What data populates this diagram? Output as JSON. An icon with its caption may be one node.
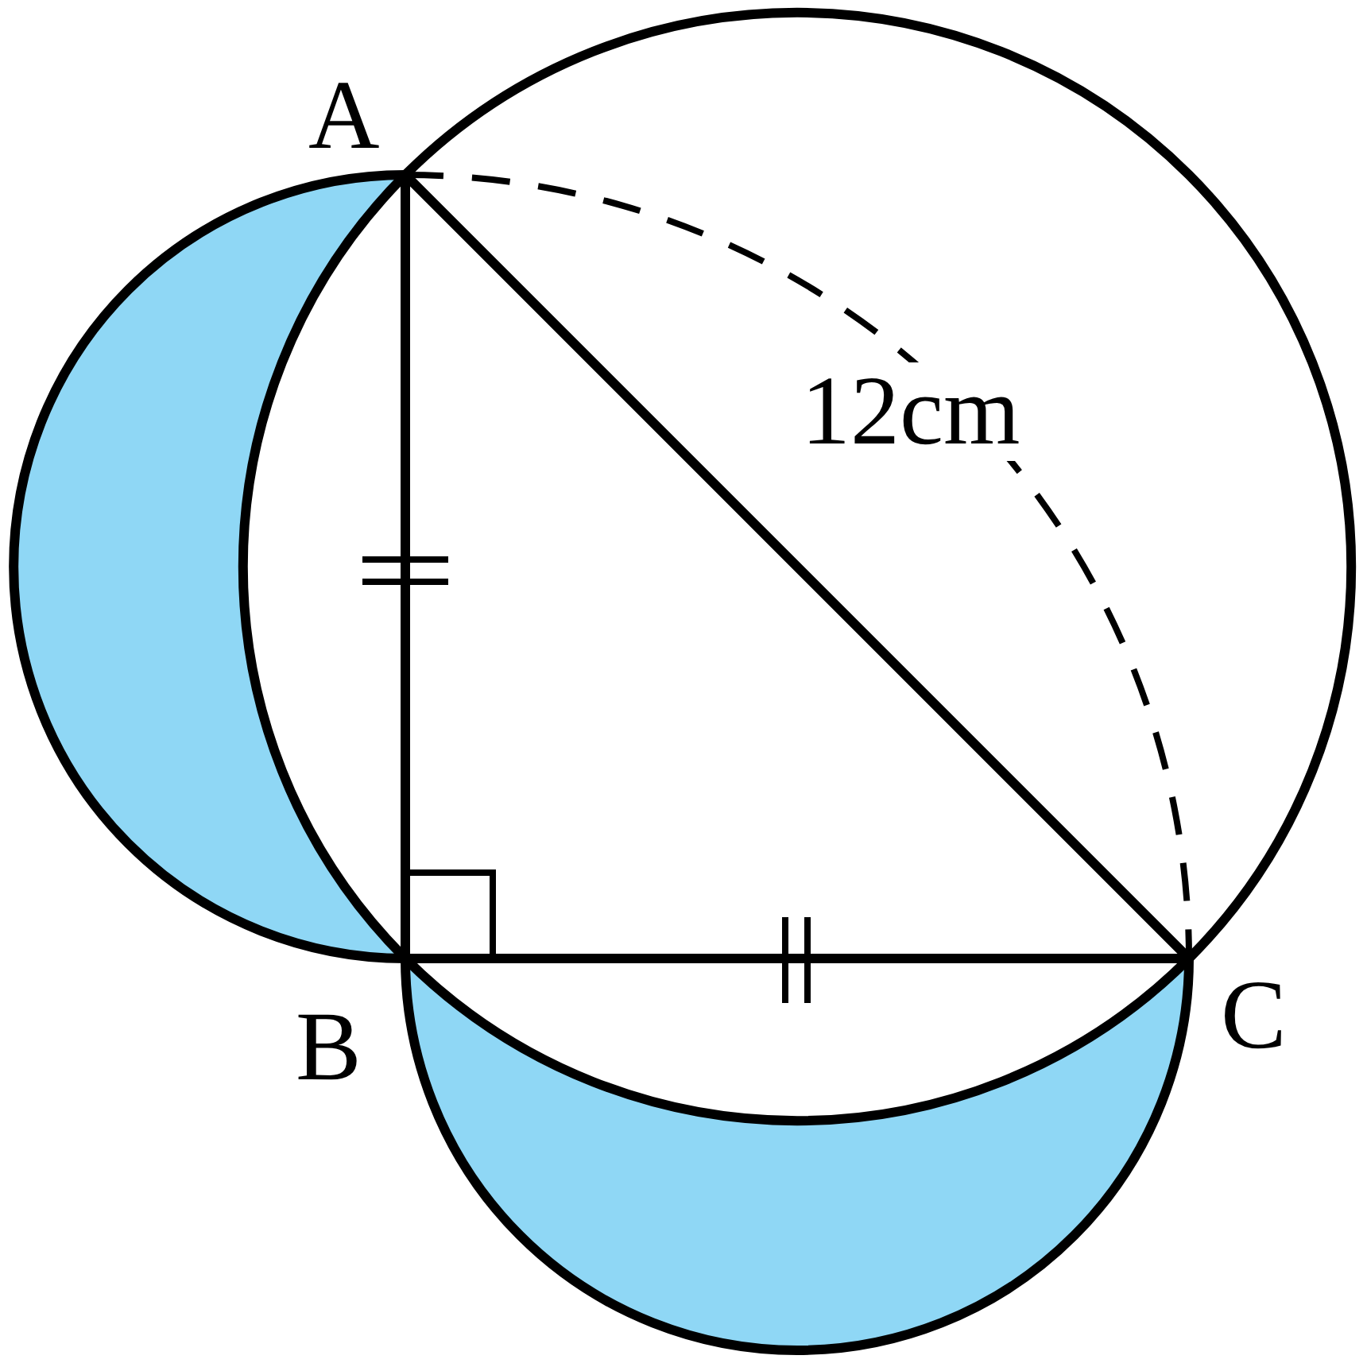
{
  "diagram": {
    "labels": [
      "A",
      "B",
      "C",
      "12cm"
    ]
  }
}
